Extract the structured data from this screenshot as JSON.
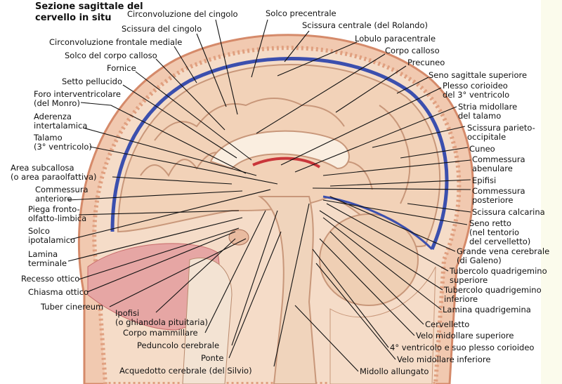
{
  "title": [
    "Sezione sagittale del",
    "cervello in situ"
  ],
  "labels": [
    {
      "id": "circonvoluzione-cingolo",
      "lines": [
        "Circonvoluzione del cingolo"
      ]
    },
    {
      "id": "scissura-cingolo",
      "lines": [
        "Scissura del cingolo"
      ]
    },
    {
      "id": "circonvoluzione-frontale-mediale",
      "lines": [
        "Circonvoluzione frontale mediale"
      ]
    },
    {
      "id": "solco-corpo-calloso",
      "lines": [
        "Solco del corpo calloso"
      ]
    },
    {
      "id": "fornice",
      "lines": [
        "Fornice"
      ]
    },
    {
      "id": "setto-pellucido",
      "lines": [
        "Setto pellucido"
      ]
    },
    {
      "id": "foro-interventricolare",
      "lines": [
        "Foro interventricolare",
        "(del Monro)"
      ]
    },
    {
      "id": "aderenza-intertalamica",
      "lines": [
        "Aderenza",
        "intertalamica"
      ]
    },
    {
      "id": "talamo",
      "lines": [
        "Talamo",
        "(3° ventricolo)"
      ]
    },
    {
      "id": "area-subcallosa",
      "lines": [
        "Area subcallosa",
        "(o area paraolfattiva)"
      ]
    },
    {
      "id": "commessura-anteriore",
      "lines": [
        "Commessura",
        "anteriore"
      ]
    },
    {
      "id": "piega-fronto-olfatto-limbica",
      "lines": [
        "Piega fronto-",
        "olfatto-limbica"
      ]
    },
    {
      "id": "solco-ipotalamico",
      "lines": [
        "Solco",
        "ipotalamico"
      ]
    },
    {
      "id": "lamina-terminale",
      "lines": [
        "Lamina",
        "terminale"
      ]
    },
    {
      "id": "recesso-ottico",
      "lines": [
        "Recesso ottico"
      ]
    },
    {
      "id": "chiasma-ottico",
      "lines": [
        "Chiasma ottico"
      ]
    },
    {
      "id": "tuber-cinereum",
      "lines": [
        "Tuber cinereum"
      ]
    },
    {
      "id": "ipofisi",
      "lines": [
        "Ipofisi",
        "(o ghiandola pituitaria)"
      ]
    },
    {
      "id": "corpo-mammillare",
      "lines": [
        "Corpo mammillare"
      ]
    },
    {
      "id": "peduncolo-cerebrale",
      "lines": [
        "Peduncolo cerebrale"
      ]
    },
    {
      "id": "ponte",
      "lines": [
        "Ponte"
      ]
    },
    {
      "id": "acquedotto-cerebrale",
      "lines": [
        "Acquedotto cerebrale (del Silvio)"
      ]
    },
    {
      "id": "solco-precentrale",
      "lines": [
        "Solco precentrale"
      ]
    },
    {
      "id": "scissura-centrale",
      "lines": [
        "Scissura centrale (del Rolando)"
      ]
    },
    {
      "id": "lobulo-paracentrale",
      "lines": [
        "Lobulo paracentrale"
      ]
    },
    {
      "id": "corpo-calloso",
      "lines": [
        "Corpo calloso"
      ]
    },
    {
      "id": "precuneo",
      "lines": [
        "Precuneo"
      ]
    },
    {
      "id": "seno-sagittale-superiore",
      "lines": [
        "Seno sagittale superiore"
      ]
    },
    {
      "id": "plesso-corioideo-3",
      "lines": [
        "Plesso corioideo",
        "del 3° ventricolo"
      ]
    },
    {
      "id": "stria-midollare",
      "lines": [
        "Stria midollare",
        "del talamo"
      ]
    },
    {
      "id": "scissura-parieto-occipitale",
      "lines": [
        "Scissura parieto-",
        "occipitale"
      ]
    },
    {
      "id": "cuneo",
      "lines": [
        "Cuneo"
      ]
    },
    {
      "id": "commessura-abenulare",
      "lines": [
        "Commessura",
        "abenulare"
      ]
    },
    {
      "id": "epifisi",
      "lines": [
        "Epifisi"
      ]
    },
    {
      "id": "commessura-posteriore",
      "lines": [
        "Commessura",
        "posteriore"
      ]
    },
    {
      "id": "scissura-calcarina",
      "lines": [
        "Scissura calcarina"
      ]
    },
    {
      "id": "seno-retto",
      "lines": [
        "Seno retto",
        "(nel tentorio",
        "del cervelletto)"
      ]
    },
    {
      "id": "grande-vena-cerebrale",
      "lines": [
        "Grande vena cerebrale",
        "(di Galeno)"
      ]
    },
    {
      "id": "tubercolo-quadrigemino-superiore",
      "lines": [
        "Tubercolo quadrigemino",
        "superiore"
      ]
    },
    {
      "id": "tubercolo-quadrigemino-inferiore",
      "lines": [
        "Tubercolo quadrigemino",
        "inferiore"
      ]
    },
    {
      "id": "lamina-quadrigemina",
      "lines": [
        "Lamina quadrigemina"
      ]
    },
    {
      "id": "cervelletto",
      "lines": [
        "Cervelletto"
      ]
    },
    {
      "id": "velo-midollare-superiore",
      "lines": [
        "Velo midollare superiore"
      ]
    },
    {
      "id": "quarto-ventricolo",
      "lines": [
        "4° ventricolo e suo plesso corioideo"
      ]
    },
    {
      "id": "velo-midollare-inferiore",
      "lines": [
        "Velo midollare inferiore"
      ]
    },
    {
      "id": "midollo-allungato",
      "lines": [
        "Midollo allungato"
      ]
    }
  ]
}
